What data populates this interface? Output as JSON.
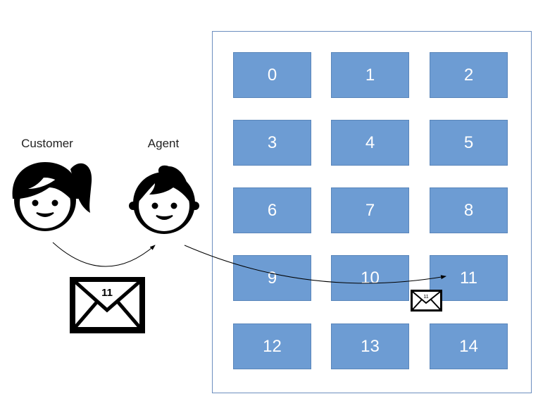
{
  "actors": {
    "customer_label": "Customer",
    "agent_label": "Agent"
  },
  "message": {
    "number_large": "11",
    "number_small": "11"
  },
  "queues": {
    "labels": [
      "0",
      "1",
      "2",
      "3",
      "4",
      "5",
      "6",
      "7",
      "8",
      "9",
      "10",
      "11",
      "12",
      "13",
      "14"
    ]
  },
  "colors": {
    "tile_fill": "#6d9cd3",
    "tile_border": "#5a86ba",
    "panel_border": "#6c8ebf",
    "ink": "#000000"
  }
}
